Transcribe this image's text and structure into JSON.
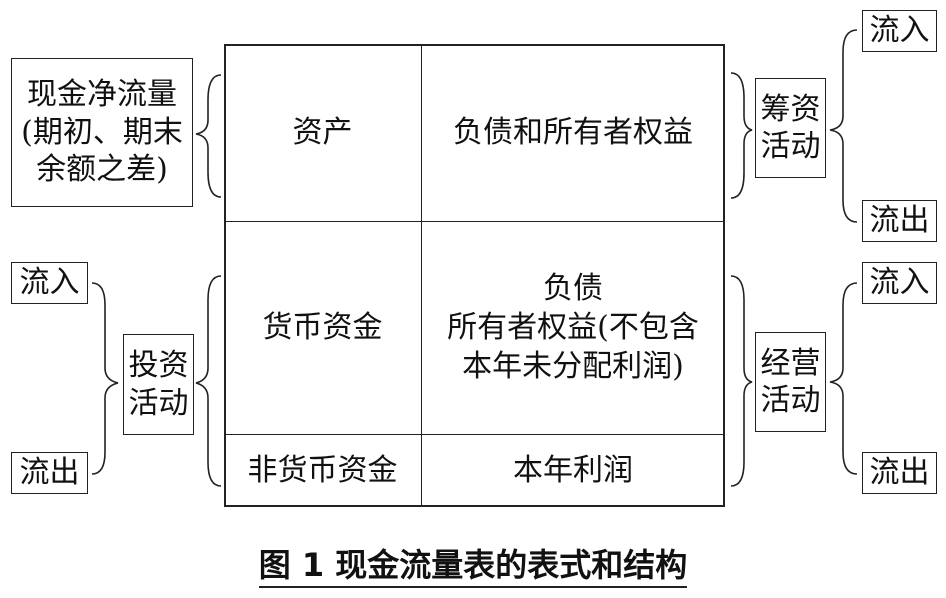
{
  "grid": {
    "assets": "资产",
    "liabilities_equity": "负债和所有者权益",
    "monetary_funds": "货币资金",
    "liab": "负债",
    "equity_line1": "所有者权益(不包含",
    "equity_line2": "本年未分配利润)",
    "non_monetary_funds": "非货币资金",
    "net_profit": "本年利润"
  },
  "left": {
    "net_cash_line1": "现金净流量",
    "net_cash_line2": "(期初、期末",
    "net_cash_line3": "余额之差)",
    "inflow": "流入",
    "investing_line1": "投资",
    "investing_line2": "活动",
    "outflow": "流出"
  },
  "right": {
    "top_inflow": "流入",
    "financing_line1": "筹资",
    "financing_line2": "活动",
    "top_outflow": "流出",
    "bottom_inflow": "流入",
    "operating_line1": "经营",
    "operating_line2": "活动",
    "bottom_outflow": "流出"
  },
  "caption": "图 1  现金流量表的表式和结构"
}
